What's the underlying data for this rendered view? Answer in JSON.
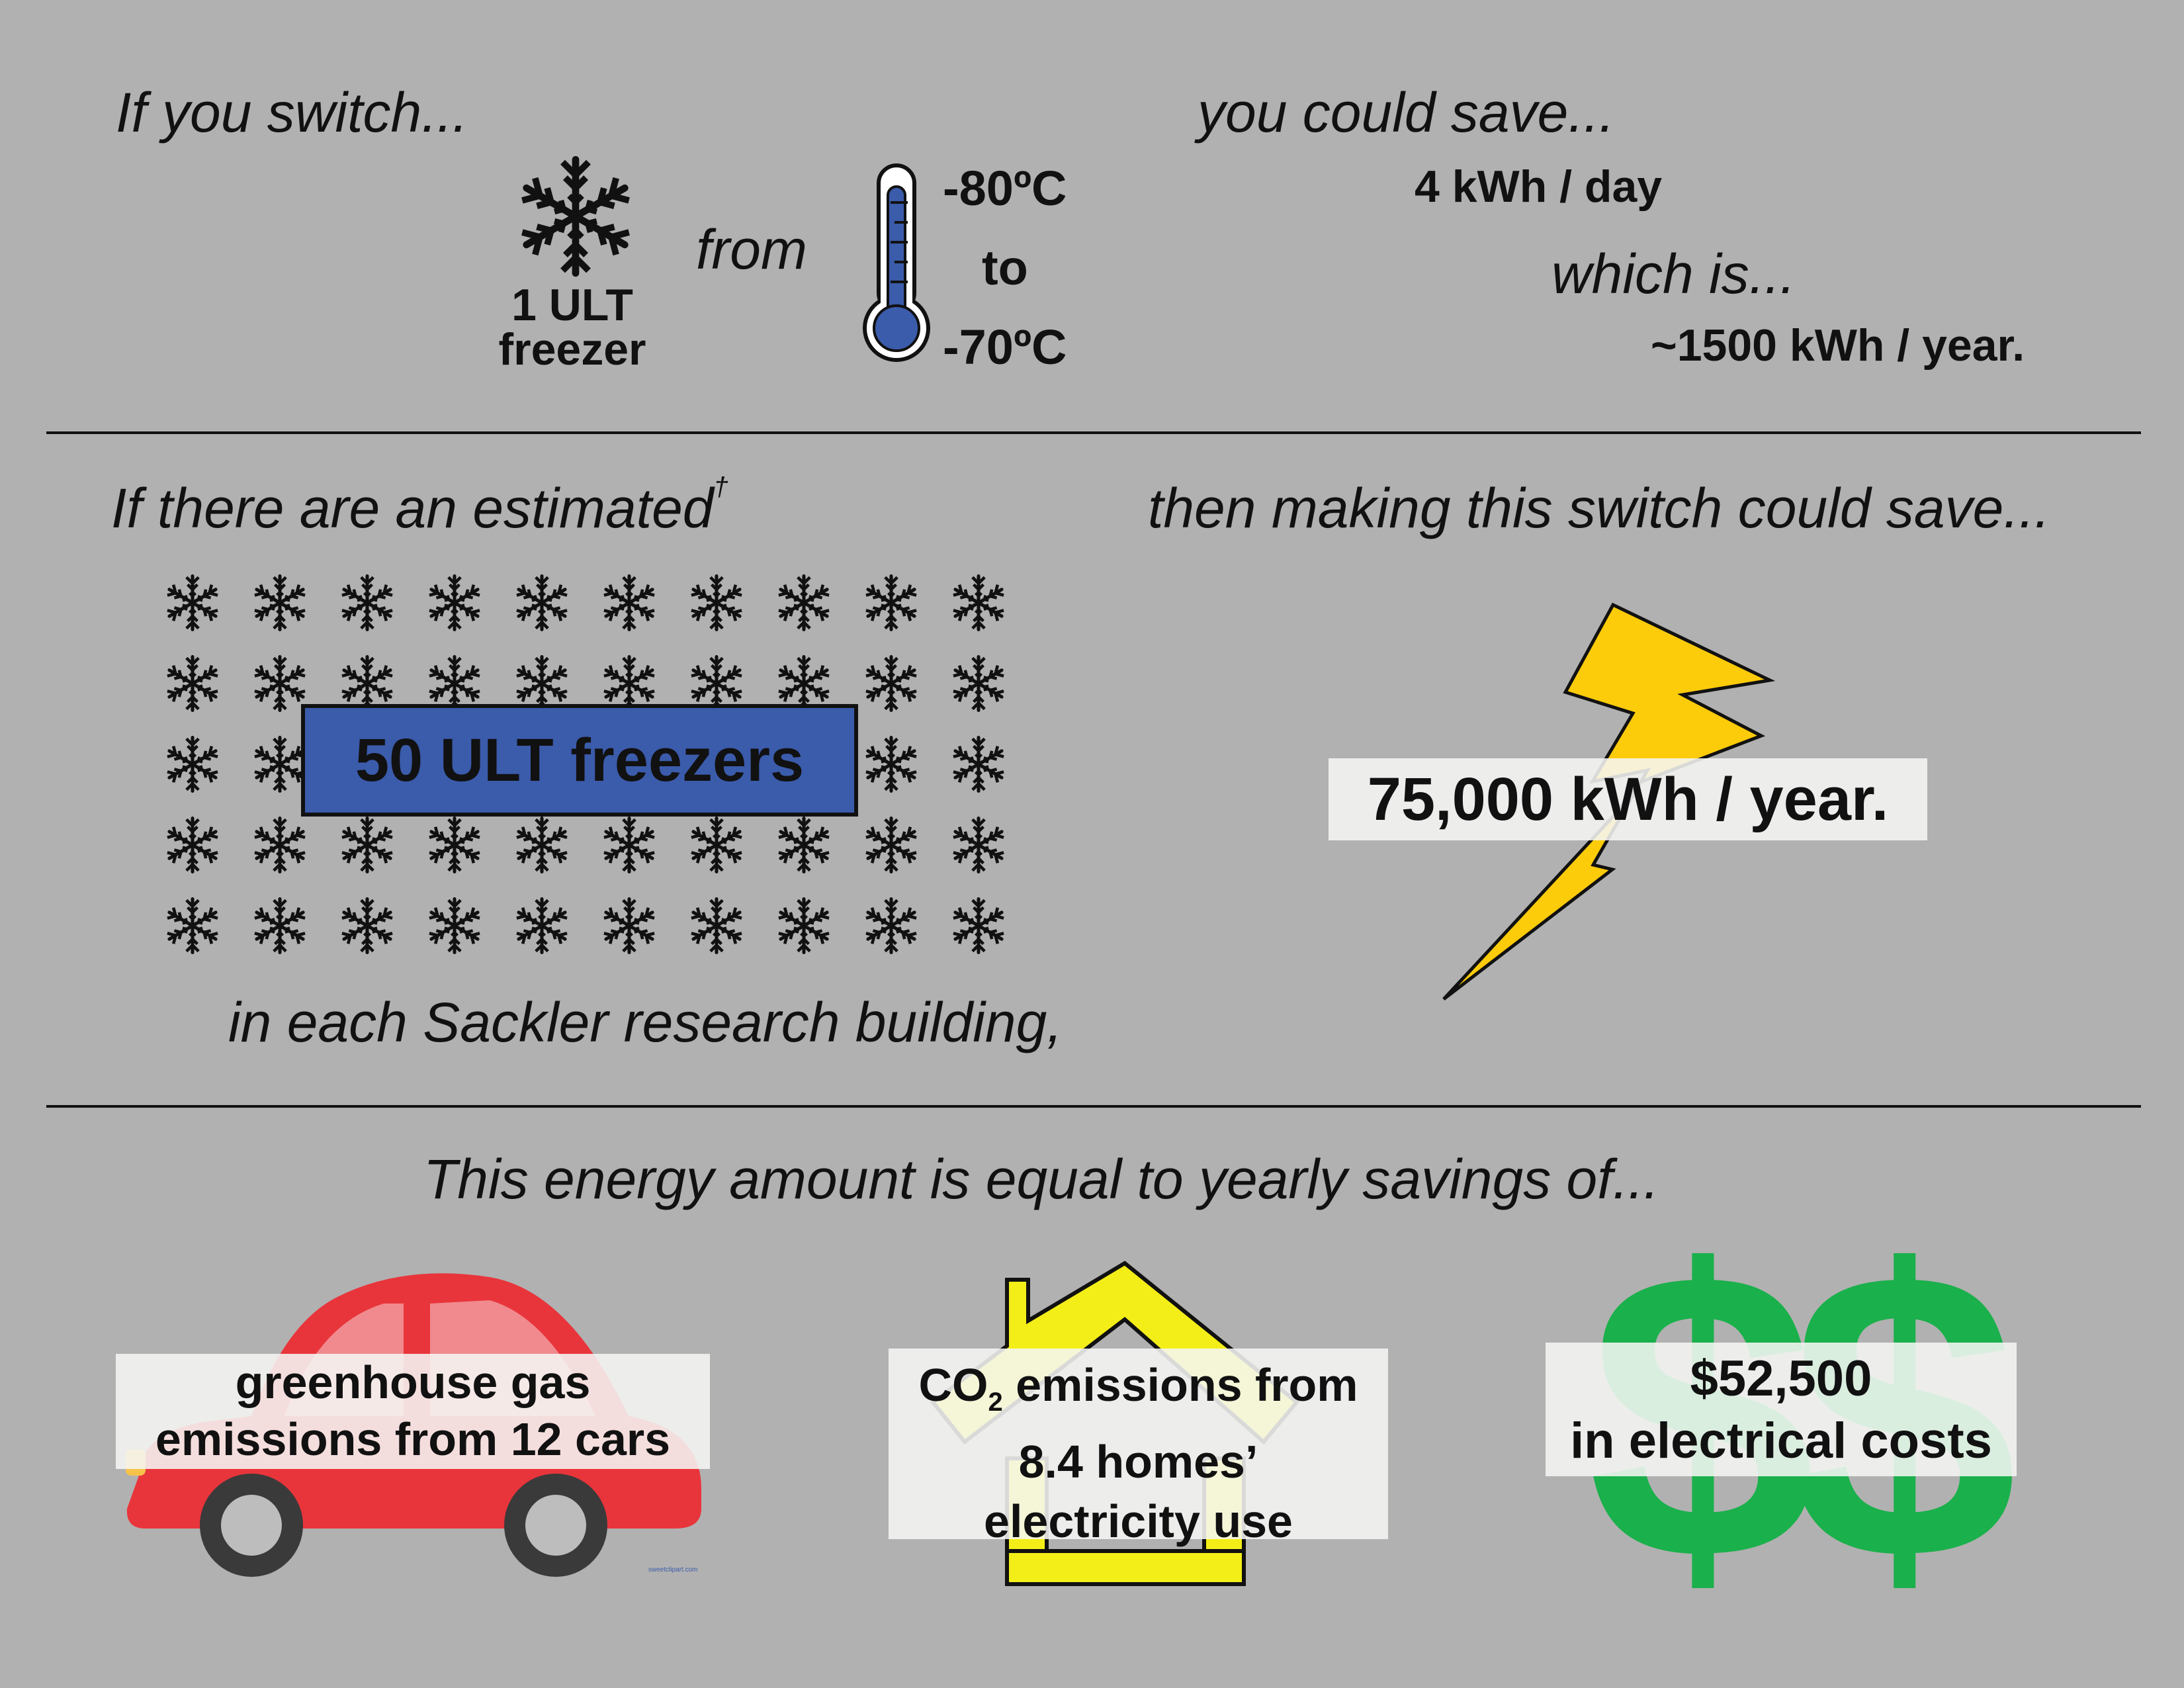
{
  "section1": {
    "if_switch": "If you switch...",
    "freezer_label_line1": "1 ULT",
    "freezer_label_line2": "freezer",
    "from": "from",
    "temp_from": "-80ºC",
    "to": "to",
    "temp_to": "-70ºC",
    "could_save": "you could save...",
    "daily": "4 kWh / day",
    "which_is": "which is...",
    "yearly": "~1500 kWh / year."
  },
  "section2": {
    "estimated": "If there are an estimated",
    "dagger": "†",
    "freezers_count_label": "50 ULT freezers",
    "each_building": "in each Sackler research building,",
    "then_save": "then making this switch could save...",
    "total": "75,000 kWh / year."
  },
  "section3": {
    "equal_to": "This energy amount is equal to yearly savings of...",
    "car_line1": "greenhouse gas",
    "car_line2": "emissions from 12 cars",
    "co2_prefix": "CO",
    "co2_sub": "2",
    "co2_line1_rest": " emissions from",
    "co2_line2": "8.4 homes’",
    "co2_line3": "electricity use",
    "money_line1": "$52,500",
    "money_line2": "in electrical costs",
    "car_watermark": "sweetclipart.com",
    "dollar_sign": "$"
  },
  "icons": {
    "snowflake": "snowflake-icon",
    "thermometer": "thermometer-icon",
    "lightning": "lightning-bolt-icon",
    "car": "car-icon",
    "house": "house-icon",
    "dollar": "dollar-sign-icon"
  },
  "colors": {
    "background": "#b1b1b1",
    "freezer_box": "#3b5bab",
    "thermometer_fill": "#3b5bab",
    "bolt": "#fccb0a",
    "car_body": "#e8353b",
    "house": "#f3ee17",
    "dollar": "#1ab04b"
  }
}
